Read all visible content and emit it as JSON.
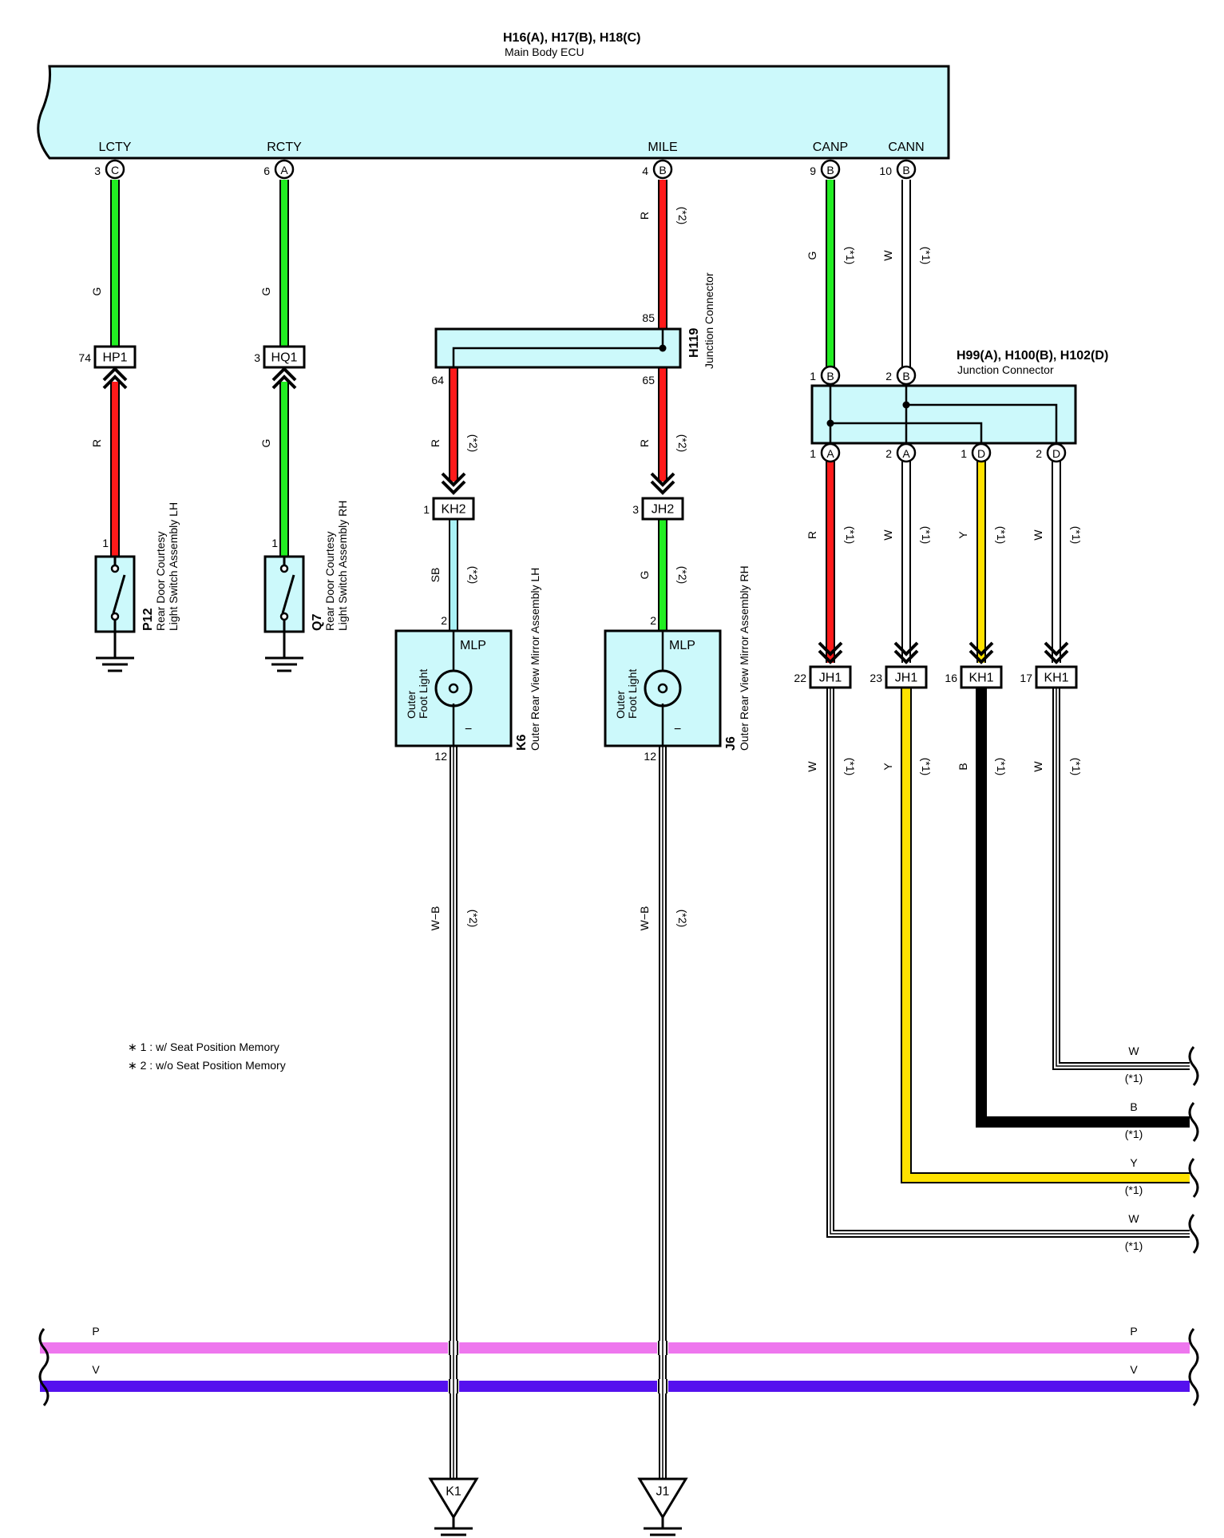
{
  "colors": {
    "G": "#22ee22",
    "R": "#ff1a1a",
    "SB": "#aaf2f6",
    "W": "#ffffff",
    "Y": "#ffe200",
    "B": "#000000",
    "P": "#ee77ee",
    "V": "#5511ee",
    "box_fill": "#ccf9fb"
  },
  "ecu": {
    "connectors": "H16(A), H17(B), H18(C)",
    "name": "Main Body ECU",
    "pins": [
      {
        "signal": "LCTY",
        "num": "3",
        "conn": "C"
      },
      {
        "signal": "RCTY",
        "num": "6",
        "conn": "A"
      },
      {
        "signal": "MILE",
        "num": "4",
        "conn": "B"
      },
      {
        "signal": "CANP",
        "num": "9",
        "conn": "B"
      },
      {
        "signal": "CANN",
        "num": "10",
        "conn": "B"
      }
    ]
  },
  "switches": [
    {
      "code": "P12",
      "name1": "Rear Door Courtesy",
      "name2": "Light Switch Assembly LH",
      "conn_code": "HP1",
      "conn_pin": "74",
      "wire_top": "G",
      "wire_bottom": "R",
      "pin": "1"
    },
    {
      "code": "Q7",
      "name1": "Rear Door Courtesy",
      "name2": "Light Switch Assembly RH",
      "conn_code": "HQ1",
      "conn_pin": "3",
      "wire_top": "G",
      "wire_bottom": "G",
      "pin": "1"
    }
  ],
  "h119": {
    "code": "H119",
    "name": "Junction Connector",
    "pin_in": "85",
    "pin_left": "64",
    "pin_right": "65"
  },
  "mile_wire": {
    "color": "R",
    "note": "(*2)"
  },
  "mirrors": [
    {
      "code": "K6",
      "name": "Outer Rear View Mirror Assembly LH",
      "conn_code": "KH2",
      "conn_pin": "1",
      "wire_in": "R",
      "wire_in_note": "(*2)",
      "wire_out": "SB",
      "wire_out_note": "(*2)",
      "pin_top": "2",
      "pin_bottom": "12",
      "light1": "Outer",
      "light2": "Foot Light",
      "terminal": "MLP",
      "minus": "−",
      "ground_wire": "W−B",
      "ground_note": "(*2)",
      "ground_code": "K1"
    },
    {
      "code": "J6",
      "name": "Outer Rear View Mirror Assembly RH",
      "conn_code": "JH2",
      "conn_pin": "3",
      "wire_in": "R",
      "wire_in_note": "(*2)",
      "wire_out": "G",
      "wire_out_note": "(*2)",
      "pin_top": "2",
      "pin_bottom": "12",
      "light1": "Outer",
      "light2": "Foot Light",
      "terminal": "MLP",
      "minus": "−",
      "ground_wire": "W−B",
      "ground_note": "(*2)",
      "ground_code": "J1"
    }
  ],
  "can_wires": [
    {
      "color": "G",
      "note": "(*1)"
    },
    {
      "color": "W",
      "note": "(*1)"
    }
  ],
  "h99": {
    "connectors": "H99(A), H100(B), H102(D)",
    "name": "Junction Connector",
    "in_pins": [
      {
        "num": "1",
        "conn": "B"
      },
      {
        "num": "2",
        "conn": "B"
      }
    ],
    "out_pins": [
      {
        "num": "1",
        "conn": "A"
      },
      {
        "num": "2",
        "conn": "A"
      },
      {
        "num": "1",
        "conn": "D"
      },
      {
        "num": "2",
        "conn": "D"
      }
    ]
  },
  "branches": [
    {
      "wire_up": "R",
      "note_up": "(*1)",
      "conn_code": "JH1",
      "conn_pin": "22",
      "wire_down": "W",
      "note_down": "(*1)",
      "exit_label": "W",
      "exit_note": "(*1)"
    },
    {
      "wire_up": "W",
      "note_up": "(*1)",
      "conn_code": "JH1",
      "conn_pin": "23",
      "wire_down": "Y",
      "note_down": "(*1)",
      "exit_label": "Y",
      "exit_note": "(*1)"
    },
    {
      "wire_up": "Y",
      "note_up": "(*1)",
      "conn_code": "KH1",
      "conn_pin": "16",
      "wire_down": "B",
      "note_down": "(*1)",
      "exit_label": "B",
      "exit_note": "(*1)"
    },
    {
      "wire_up": "W",
      "note_up": "(*1)",
      "conn_code": "KH1",
      "conn_pin": "17",
      "wire_down": "W",
      "note_down": "(*1)",
      "exit_label": "W",
      "exit_note": "(*1)"
    }
  ],
  "buses": [
    {
      "color": "P",
      "label_left": "P",
      "label_right": "P"
    },
    {
      "color": "V",
      "label_left": "V",
      "label_right": "V"
    }
  ],
  "notes": [
    "∗ 1 : w/ Seat Position Memory",
    "∗ 2 : w/o Seat Position Memory"
  ]
}
